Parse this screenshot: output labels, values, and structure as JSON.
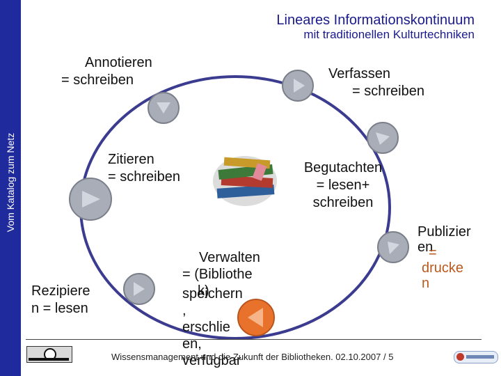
{
  "sidebar": {
    "text": "Vom Katalog zum Netz",
    "color": "#1f2a9c"
  },
  "header": {
    "title": "Lineares Informationskontinuum",
    "subtitle": "mit traditionellen Kulturtechniken"
  },
  "labels": {
    "annotieren": [
      "Annotieren",
      "= schreiben"
    ],
    "verfassen": [
      "Verfassen",
      "= schreiben"
    ],
    "zitieren": [
      "Zitieren",
      "= schreiben"
    ],
    "begutachten": [
      "Begutachten",
      "= lesen+",
      "schreiben"
    ],
    "publizieren": [
      "Publizier",
      "en",
      "=",
      "drucke",
      "n"
    ],
    "verwalten": [
      "Verwalten",
      "= (Bibliothe",
      "k)",
      "speichern",
      ",",
      "erschlie",
      "en,",
      "verfügbar"
    ],
    "rezipieren": [
      "Rezipiere",
      "n = lesen"
    ]
  },
  "footer": {
    "text": "Wissensmanagement und die Zukunft der Bibliotheken. 02.10.2007 / 5"
  },
  "colors": {
    "cycle_ring": "#3b3c8f",
    "arrow_button": "#a8adb8",
    "active_button": "#e8722c",
    "label_accent": "#b85a1e"
  },
  "icons": [
    "books-icon",
    "creative-commons-logo",
    "bibliothek-office-logo"
  ]
}
